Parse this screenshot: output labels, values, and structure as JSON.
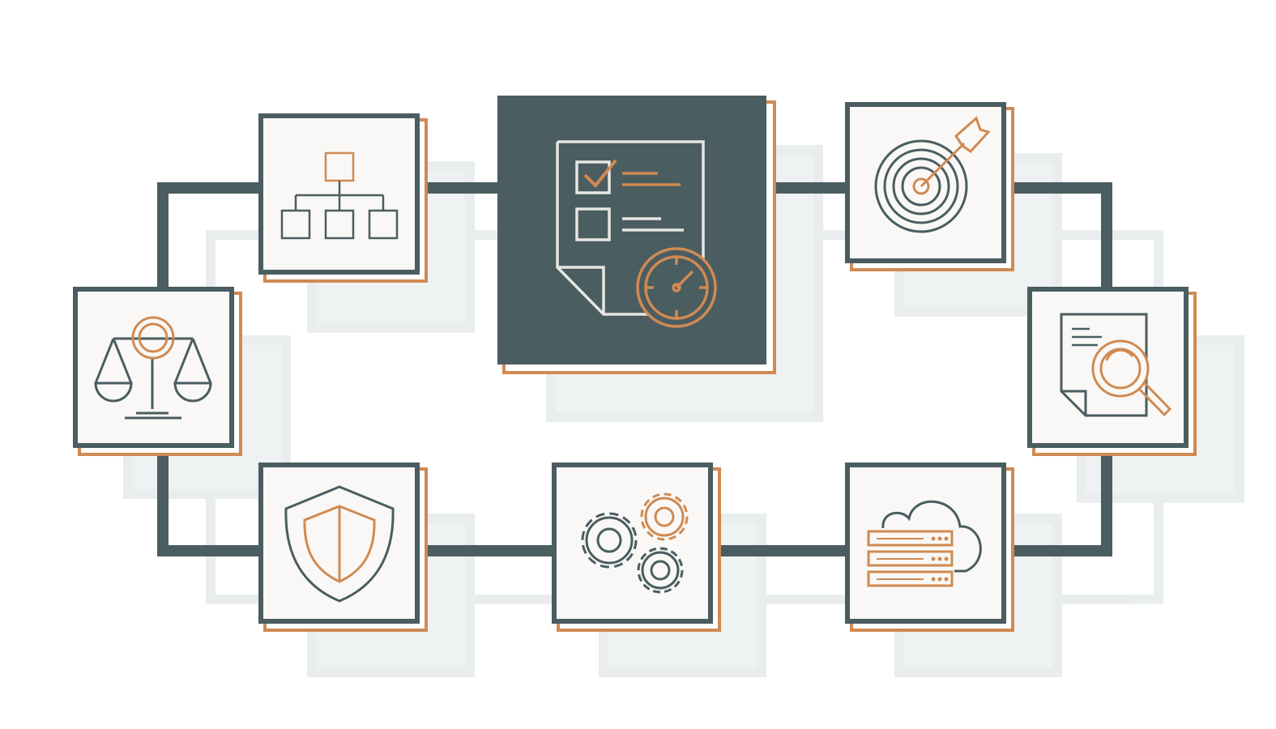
{
  "colors": {
    "slate": "#4a5d61",
    "orange": "#d08a52",
    "tile": "#f9f8f6",
    "ghost": "#e7ecec",
    "icon_light": "#e6e6e2"
  },
  "diagram": {
    "title": "",
    "nodes": [
      {
        "id": "checklist",
        "icon": "checklist-clock-icon",
        "center": true
      },
      {
        "id": "org-chart",
        "icon": "org-chart-icon"
      },
      {
        "id": "target",
        "icon": "target-arrow-icon"
      },
      {
        "id": "scales",
        "icon": "balance-scales-icon"
      },
      {
        "id": "document-search",
        "icon": "document-magnifier-icon"
      },
      {
        "id": "shield",
        "icon": "shield-icon"
      },
      {
        "id": "gears",
        "icon": "gears-icon"
      },
      {
        "id": "cloud-server",
        "icon": "cloud-server-icon"
      }
    ],
    "edges": [
      {
        "from": "scales",
        "to": "org-chart"
      },
      {
        "from": "org-chart",
        "to": "checklist"
      },
      {
        "from": "checklist",
        "to": "target"
      },
      {
        "from": "target",
        "to": "document-search"
      },
      {
        "from": "document-search",
        "to": "cloud-server"
      },
      {
        "from": "cloud-server",
        "to": "gears"
      },
      {
        "from": "gears",
        "to": "shield"
      },
      {
        "from": "shield",
        "to": "scales"
      }
    ]
  }
}
